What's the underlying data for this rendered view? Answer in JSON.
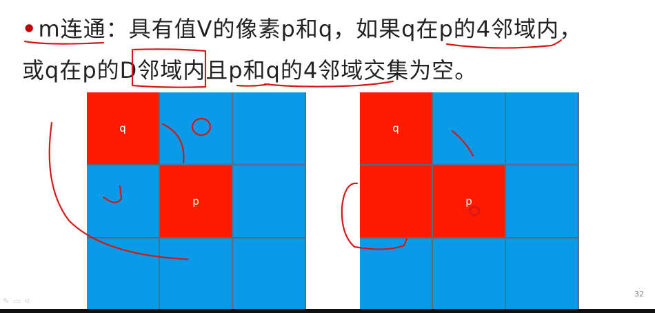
{
  "line1": {
    "bullet": "•",
    "text": "m连通：具有值V的像素p和q，如果q在p的4邻域内，"
  },
  "line2": {
    "text": "或q在p的D邻域内且p和q的4邻域交集为空。"
  },
  "left_grid": [
    {
      "label": "q",
      "color": "red"
    },
    {
      "label": "",
      "color": "blue"
    },
    {
      "label": "",
      "color": "blue"
    },
    {
      "label": "",
      "color": "blue"
    },
    {
      "label": "p",
      "color": "red"
    },
    {
      "label": "",
      "color": "blue"
    },
    {
      "label": "",
      "color": "blue"
    },
    {
      "label": "",
      "color": "blue"
    },
    {
      "label": "",
      "color": "blue"
    }
  ],
  "right_grid": [
    {
      "label": "q",
      "color": "red"
    },
    {
      "label": "",
      "color": "blue"
    },
    {
      "label": "",
      "color": "blue"
    },
    {
      "label": "",
      "color": "red"
    },
    {
      "label": "p",
      "color": "red"
    },
    {
      "label": "",
      "color": "blue"
    },
    {
      "label": "",
      "color": "blue"
    },
    {
      "label": "",
      "color": "blue"
    },
    {
      "label": "",
      "color": "blue"
    }
  ],
  "page_number": "32",
  "colors": {
    "pixel_red": "#ff1a00",
    "pixel_blue": "#0a9ae8",
    "ink": "#d2191a"
  }
}
